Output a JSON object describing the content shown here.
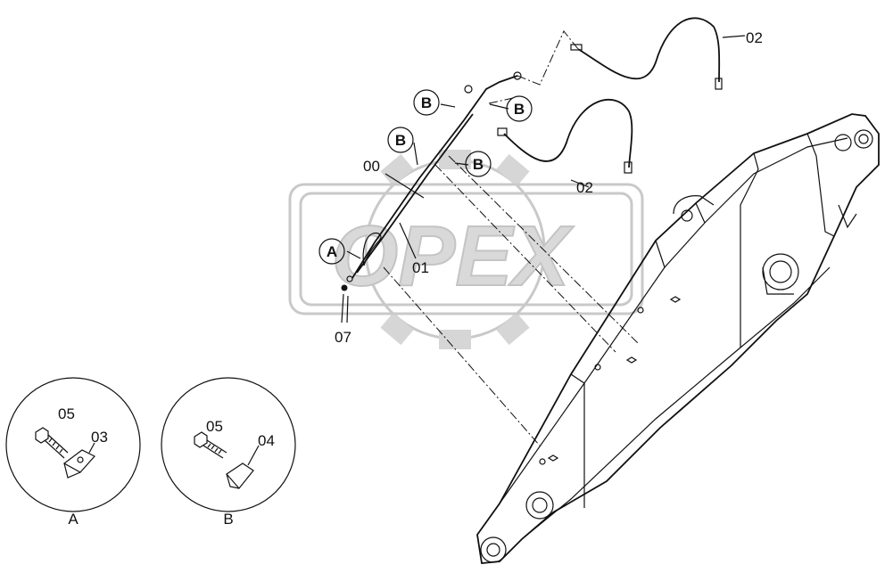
{
  "watermark": {
    "text": "OPEX"
  },
  "parts": {
    "p00": "00",
    "p01": "01",
    "p02_top": "02",
    "p02_mid": "02",
    "p07": "07"
  },
  "detail_refs": {
    "a": "A",
    "b1": "B",
    "b2": "B",
    "b3": "B",
    "b4": "B"
  },
  "detail_a": {
    "caption": "A",
    "label_bolt": "05",
    "label_clip": "03"
  },
  "detail_b": {
    "caption": "B",
    "label_bolt": "05",
    "label_clip": "04"
  }
}
